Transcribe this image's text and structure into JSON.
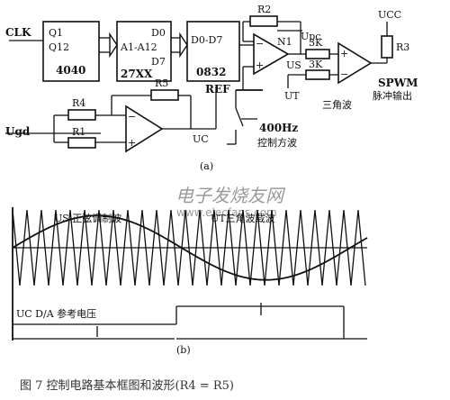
{
  "schematic": {
    "clk_label": "CLK",
    "counter": {
      "out1": "Q1",
      "out2": "Q12",
      "part": "4040"
    },
    "eprom": {
      "addr": "A1-A12",
      "d0": "D0",
      "d7": "D7",
      "part": "27XX"
    },
    "dac": {
      "data": "D0-D7",
      "part": "0832",
      "ref": "REF"
    },
    "n1": "N1",
    "r2": "R2",
    "upc": "Upc",
    "us": "US",
    "r_3k_a": "3K",
    "r_3k_b": "3K",
    "ut": "UT",
    "ucc": "UCC",
    "r3": "R3",
    "spwm": "SPWM",
    "spwm_out": "脉冲输出",
    "triangle": "三角波",
    "r5": "R5",
    "r4": "R4",
    "r1": "R1",
    "ugd": "Ugd",
    "uc": "UC",
    "switch_freq": "400Hz",
    "switch_desc": "控制方波",
    "label_a": "(a)"
  },
  "waveform": {
    "us_label": "US 正弦调制波",
    "ut_label": "UT三角波载波",
    "uc_label": "UC D/A 参考电压",
    "label_b": "(b)"
  },
  "watermark": {
    "main": "电子发烧友网",
    "url": "www.elecfans.com"
  },
  "caption": "图 7   控制电路基本框图和波形(R4 = R5)",
  "icons": [
    "op-amp-n1-icon",
    "op-amp-inverting-icon",
    "comparator-icon",
    "switch-icon",
    "resistor-icon",
    "ground-icon",
    "sine-wave-icon",
    "triangle-wave-icon"
  ]
}
